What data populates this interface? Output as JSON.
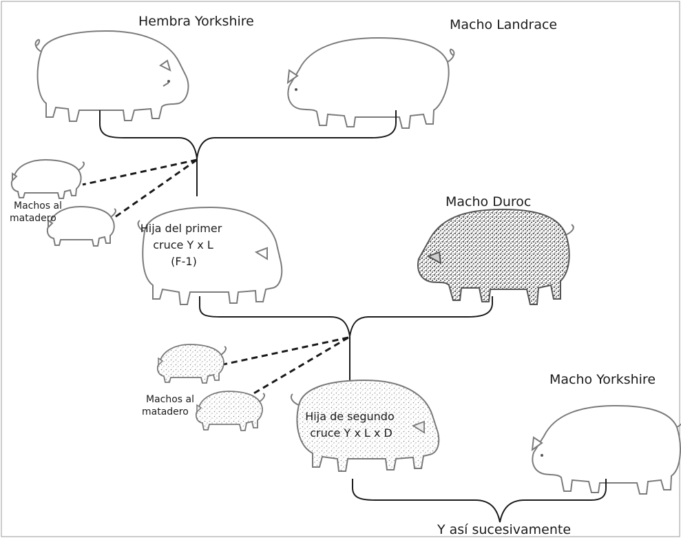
{
  "labels": {
    "hembra_yorkshire": "Hembra Yorkshire",
    "macho_landrace": "Macho Landrace",
    "macho_duroc": "Macho Duroc",
    "macho_yorkshire": "Macho Yorkshire",
    "machos_matadero_1_line1": "Machos al",
    "machos_matadero_1_line2": "matadero",
    "machos_matadero_2_line1": "Machos al",
    "machos_matadero_2_line2": "matadero",
    "hija_primer_line1": "Hija del primer",
    "hija_primer_line2": "cruce Y x L",
    "hija_primer_line3": "(F-1)",
    "hija_segundo_line1": "Hija de segundo",
    "hija_segundo_line2": "cruce Y x L x D",
    "footer": "Y así sucesivamente"
  },
  "colors": {
    "outline": "#7a7a7a",
    "line": "#1a1a1a",
    "background": "#ffffff"
  }
}
